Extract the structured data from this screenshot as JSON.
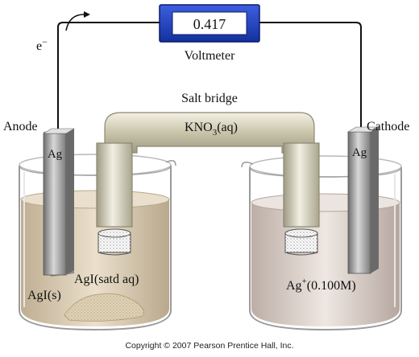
{
  "voltmeter": {
    "reading": "0.417",
    "label": "Voltmeter"
  },
  "electron": {
    "symbol": "e",
    "charge": "−"
  },
  "salt_bridge": {
    "title": "Salt bridge",
    "electrolyte_main": "KNO",
    "electrolyte_sub": "3",
    "electrolyte_state": "(aq)"
  },
  "anode": {
    "label": "Anode",
    "electrode": "Ag",
    "solution": "AgI(satd aq)",
    "solid": "AgI(s)"
  },
  "cathode": {
    "label": "Cathode",
    "electrode": "Ag",
    "ion_main": "Ag",
    "ion_charge": "+",
    "ion_conc": "(0.100M)"
  },
  "copyright": "Copyright © 2007 Pearson Prentice Hall, Inc.",
  "colors": {
    "meter_body": "#1f3fbf",
    "meter_screen": "#ffffff",
    "anode_solution": "#d9cbb3",
    "cathode_solution": "#d8ccc6",
    "bridge": "#c9c4aa",
    "electrode": "#9a9a9a"
  }
}
